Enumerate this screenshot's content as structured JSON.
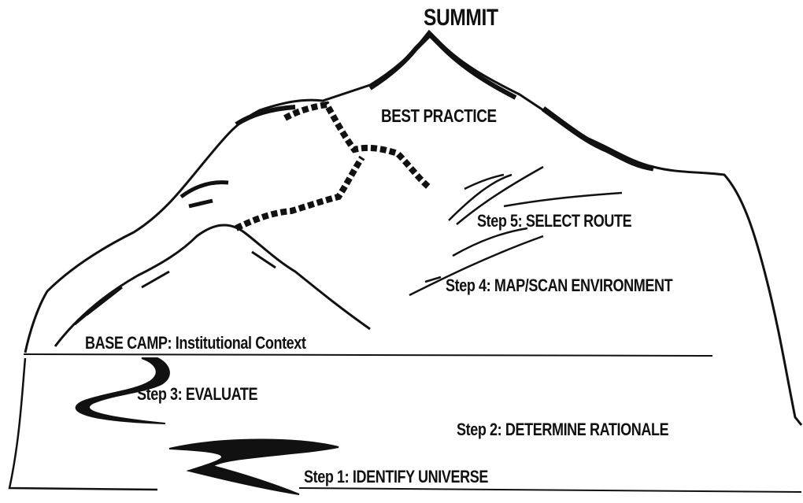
{
  "diagram": {
    "summit_label": "SUMMIT",
    "peak_label": "BEST PRACTICE",
    "step5_label": "Step 5: SELECT ROUTE",
    "step4_label": "Step 4: MAP/SCAN ENVIRONMENT",
    "base_camp_label": "BASE CAMP: Institutional Context",
    "step3_label": "Step 3: EVALUATE",
    "step2_label": "Step 2: DETERMINE RATIONALE",
    "step1_label": "Step 1: IDENTIFY UNIVERSE"
  },
  "colors": {
    "ink": "#111111",
    "background": "#ffffff"
  }
}
